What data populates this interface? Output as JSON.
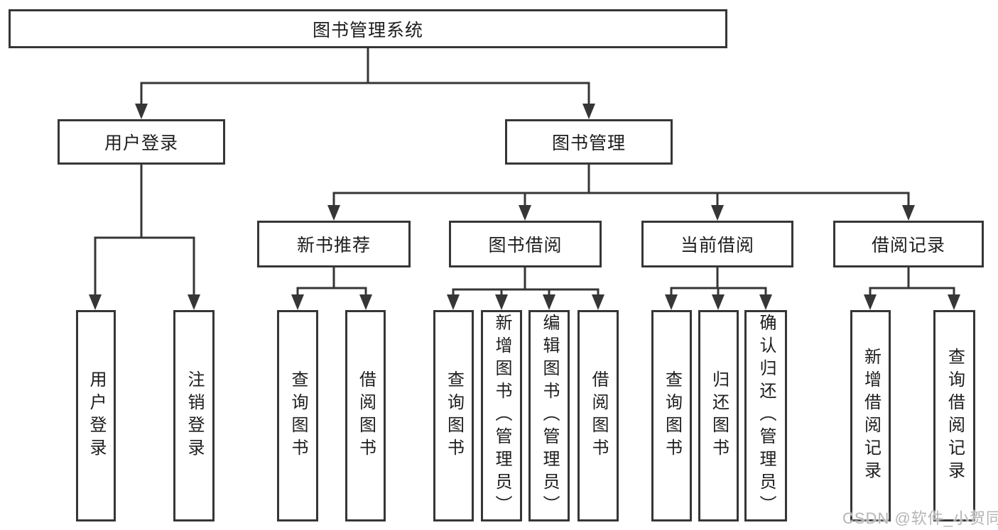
{
  "tree": {
    "root": "图书管理系统",
    "level2": [
      {
        "label": "用户登录",
        "children": [
          {
            "label": "用户登录"
          },
          {
            "label": "注销登录"
          }
        ]
      },
      {
        "label": "图书管理",
        "children": [
          {
            "label": "新书推荐",
            "children": [
              {
                "label": "查询图书"
              },
              {
                "label": "借阅图书"
              }
            ]
          },
          {
            "label": "图书借阅",
            "children": [
              {
                "label": "查询图书"
              },
              {
                "label": "新增图书（管理员）"
              },
              {
                "label": "编辑图书（管理员）"
              },
              {
                "label": "借阅图书"
              }
            ]
          },
          {
            "label": "当前借阅",
            "children": [
              {
                "label": "查询图书"
              },
              {
                "label": "归还图书"
              },
              {
                "label": "确认归还（管理员）"
              }
            ]
          },
          {
            "label": "借阅记录",
            "children": [
              {
                "label": "新增借阅记录"
              },
              {
                "label": "查询借阅记录"
              }
            ]
          }
        ]
      }
    ]
  },
  "watermark": "CSDN @软件_小贺同学",
  "colors": {
    "line": "#363636",
    "text": "#1d1d1d",
    "box_background": "#ffffff",
    "watermark": "#b5b5b5",
    "page_background": "#ffffff"
  }
}
